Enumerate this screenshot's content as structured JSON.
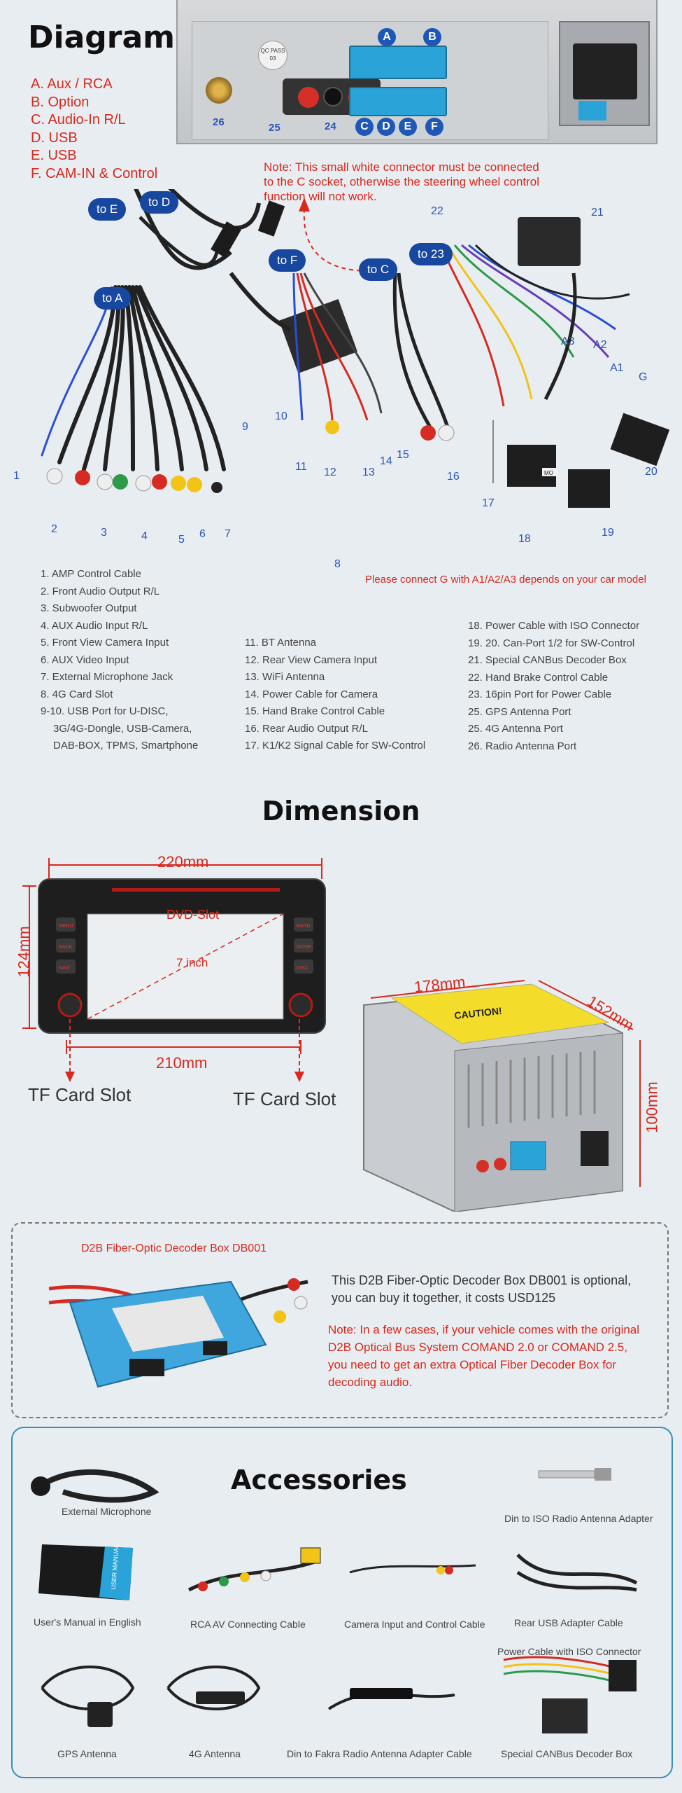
{
  "diagram": {
    "title": "Diagram",
    "legend": [
      "A. Aux / RCA",
      "B. Option",
      "C. Audio-In R/L",
      "D. USB",
      "E. USB",
      "F. CAM-IN & Control"
    ],
    "port_letters": [
      "A",
      "B",
      "C",
      "D",
      "E",
      "F"
    ],
    "port_numbers": [
      "26",
      "25",
      "24"
    ],
    "sticker_text": "QC PASS 03",
    "note_top": "Note: This small white connector must be connected to the C socket, otherwise the steering wheel control function will not work.",
    "bubbles": [
      "to E",
      "to D",
      "to A",
      "to F",
      "to C",
      "to 23"
    ],
    "diagram_numbers": [
      "1",
      "2",
      "3",
      "4",
      "5",
      "6",
      "7",
      "8",
      "9",
      "10",
      "11",
      "12",
      "13",
      "14",
      "15",
      "16",
      "17",
      "18",
      "19",
      "20",
      "21",
      "22",
      "A3",
      "A2",
      "A1",
      "G"
    ],
    "note_g": "Please connect G with A1/A2/A3 depends on your car model",
    "parts_col1": [
      "1. AMP Control Cable",
      "2. Front Audio Output R/L",
      "3. Subwoofer Output",
      "4. AUX Audio Input R/L",
      "5. Front View Camera Input",
      "6. AUX Video Input",
      "7. External Microphone Jack",
      "8. 4G Card Slot",
      "9-10. USB Port for U-DISC,",
      "3G/4G-Dongle, USB-Camera,",
      "DAB-BOX, TPMS, Smartphone"
    ],
    "parts_col2": [
      "11. BT Antenna",
      "12. Rear View Camera Input",
      "13. WiFi Antenna",
      "14. Power Cable for Camera",
      "15. Hand Brake Control Cable",
      "16. Rear Audio Output R/L",
      "17. K1/K2 Signal Cable for SW-Control"
    ],
    "parts_col3": [
      "18. Power Cable with ISO Connector",
      "19. 20. Can-Port 1/2 for SW-Control",
      "21. Special CANBus Decoder Box",
      "22. Hand Brake Control Cable",
      "23. 16pin Port for Power Cable",
      "25. GPS Antenna Port",
      "25. 4G Antenna Port",
      "26. Radio Antenna Port"
    ],
    "connector_tag": "MO"
  },
  "dimension": {
    "title": "Dimension",
    "width_top": "220mm",
    "width_bottom": "210mm",
    "height": "124mm",
    "screen": "7 inch",
    "dvd_slot": "DVD-Slot",
    "tf_left": "TF Card Slot",
    "tf_right": "TF Card Slot",
    "depth_width": "178mm",
    "depth": "152mm",
    "height_back": "100mm",
    "buttons_left": [
      "MENU",
      "BACK",
      "NAVI"
    ],
    "buttons_right": [
      "BAND",
      "MODE",
      "DISC"
    ],
    "caution": "CAUTION!"
  },
  "decoder": {
    "title": "D2B Fiber-Optic Decoder Box  DB001",
    "text": "This D2B Fiber-Optic Decoder Box DB001 is optional, you can buy it together, it costs USD125",
    "note": "Note: In a few cases, if your vehicle comes with the original D2B Optical Bus System COMAND 2.0 or COMAND 2.5, you need to get an extra Optical Fiber Decoder Box for decoding audio."
  },
  "accessories": {
    "title": "Accessories",
    "items": [
      "External Microphone",
      "Din to ISO Radio Antenna Adapter",
      "User's Manual in English",
      "RCA AV Connecting Cable",
      "Camera Input and Control Cable",
      "Rear USB Adapter Cable",
      "Power Cable with ISO Connector",
      "GPS Antenna",
      "4G Antenna",
      "Din to Fakra Radio Antenna Adapter Cable",
      "Special CANBus Decoder Box"
    ],
    "manual_cover": "USER MANUAL"
  },
  "colors": {
    "red": "#d9281c",
    "navy": "#17479e",
    "blue_port": "#2aa4d8",
    "frame_blue": "#3a8fb7"
  }
}
